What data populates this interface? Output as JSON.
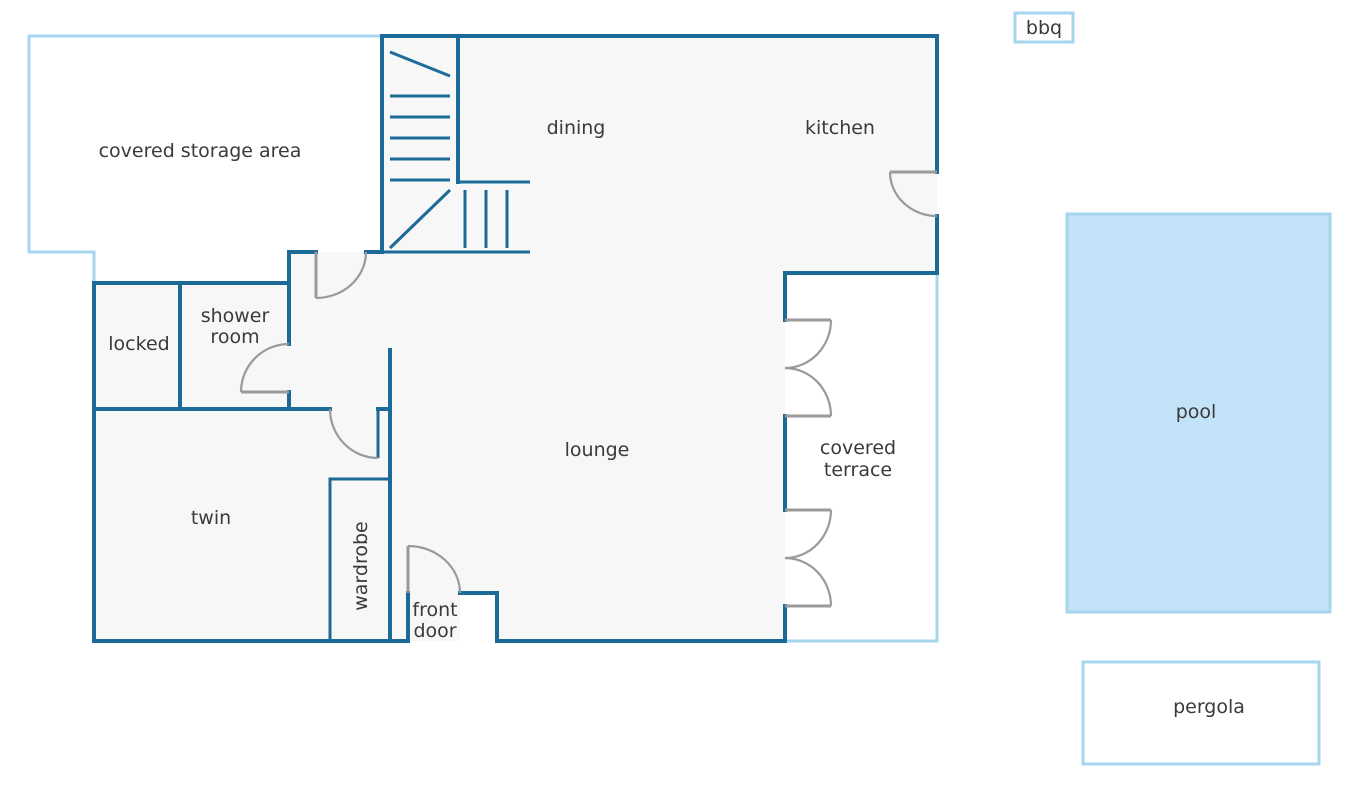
{
  "rooms": {
    "covered_storage_area": "covered storage area",
    "dining": "dining",
    "kitchen": "kitchen",
    "bbq": "bbq",
    "locked": "locked",
    "shower_room_line1": "shower",
    "shower_room_line2": "room",
    "lounge": "lounge",
    "covered_terrace_line1": "covered",
    "covered_terrace_line2": "terrace",
    "pool": "pool",
    "twin": "twin",
    "wardrobe": "wardrobe",
    "front_door_line1": "front",
    "front_door_line2": "door",
    "pergola": "pergola"
  },
  "colors": {
    "wall": "#1b6a97",
    "outdoor_outline": "#a6d6ee",
    "floor": "#f7f7f7",
    "pool_fill": "#c3e4f8",
    "door": "#9a9a9a",
    "text": "#3a3a3a"
  }
}
